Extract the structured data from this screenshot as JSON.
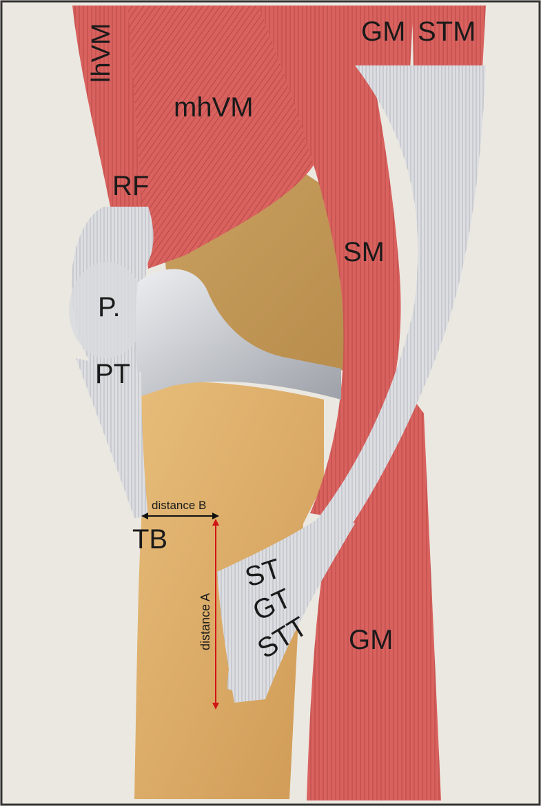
{
  "figure": {
    "colors": {
      "background": "#ebe8e1",
      "muscle": "#d9625f",
      "muscle_dark": "#b84846",
      "tendon": "#d9dbdf",
      "bone": "#dcaa66",
      "cartilage": "#b9bcc2",
      "arrow_red": "#d01515",
      "arrow_black": "#111111"
    },
    "labels": {
      "lhVM": "lhVM",
      "mhVM": "mhVM",
      "RF": "RF",
      "P": "P.",
      "PT": "PT",
      "TB": "TB",
      "GM_top": "GM",
      "STM": "STM",
      "SM": "SM",
      "ST": "ST",
      "GT": "GT",
      "STT": "STT",
      "GM_bottom": "GM",
      "distance_A": "distance A",
      "distance_B": "distance B"
    }
  }
}
